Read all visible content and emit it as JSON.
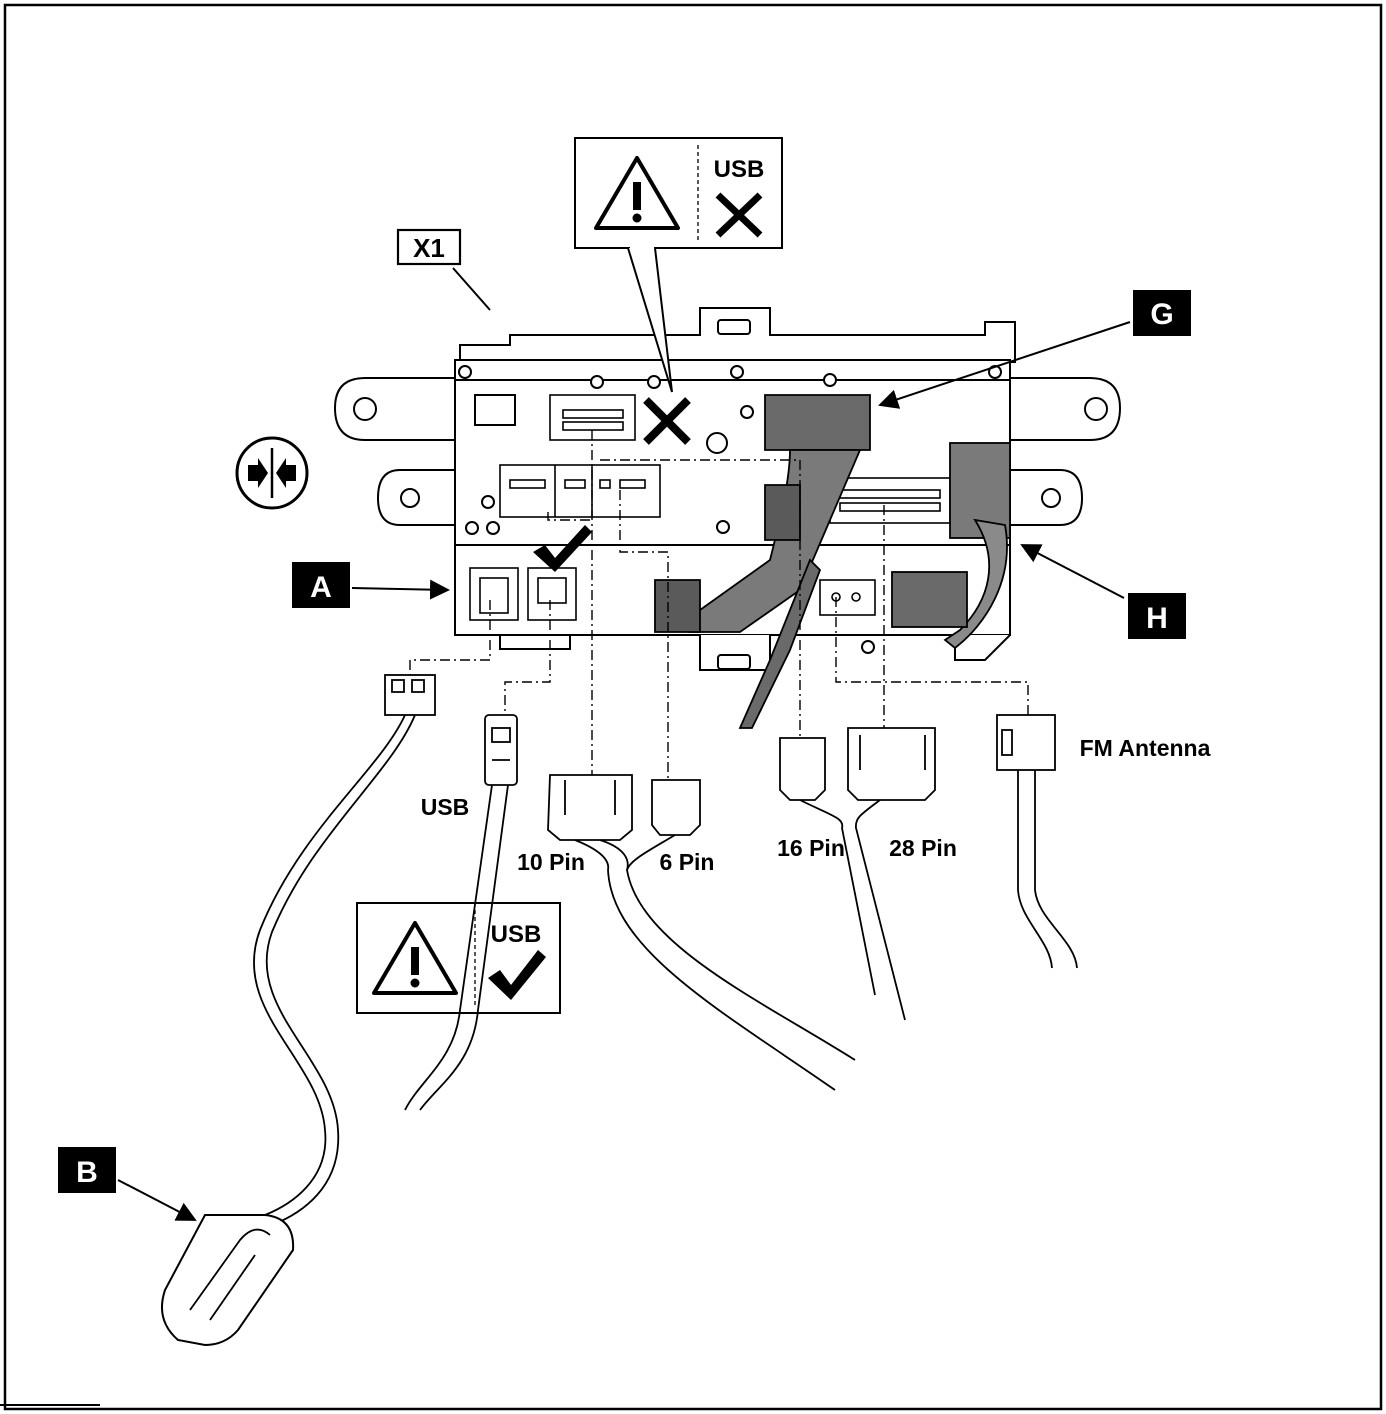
{
  "callouts": {
    "x1": "X1",
    "a": "A",
    "b": "B",
    "g": "G",
    "h": "H"
  },
  "warnings": {
    "top": {
      "label": "USB",
      "mark": "cross-icon"
    },
    "bottom": {
      "label": "USB",
      "mark": "check-icon"
    }
  },
  "connector_labels": {
    "usb": "USB",
    "pin10": "10 Pin",
    "pin6": "6 Pin",
    "pin16": "16 Pin",
    "pin28": "28 Pin",
    "fm_antenna": "FM Antenna"
  },
  "icons": [
    "press-together-icon",
    "warning-triangle-icon",
    "cross-icon",
    "check-icon",
    "arrow-icon"
  ],
  "colors": {
    "ink": "#000000",
    "paper": "#ffffff",
    "harness": "#7a7a7a",
    "harness_dark": "#4a4a4a"
  }
}
